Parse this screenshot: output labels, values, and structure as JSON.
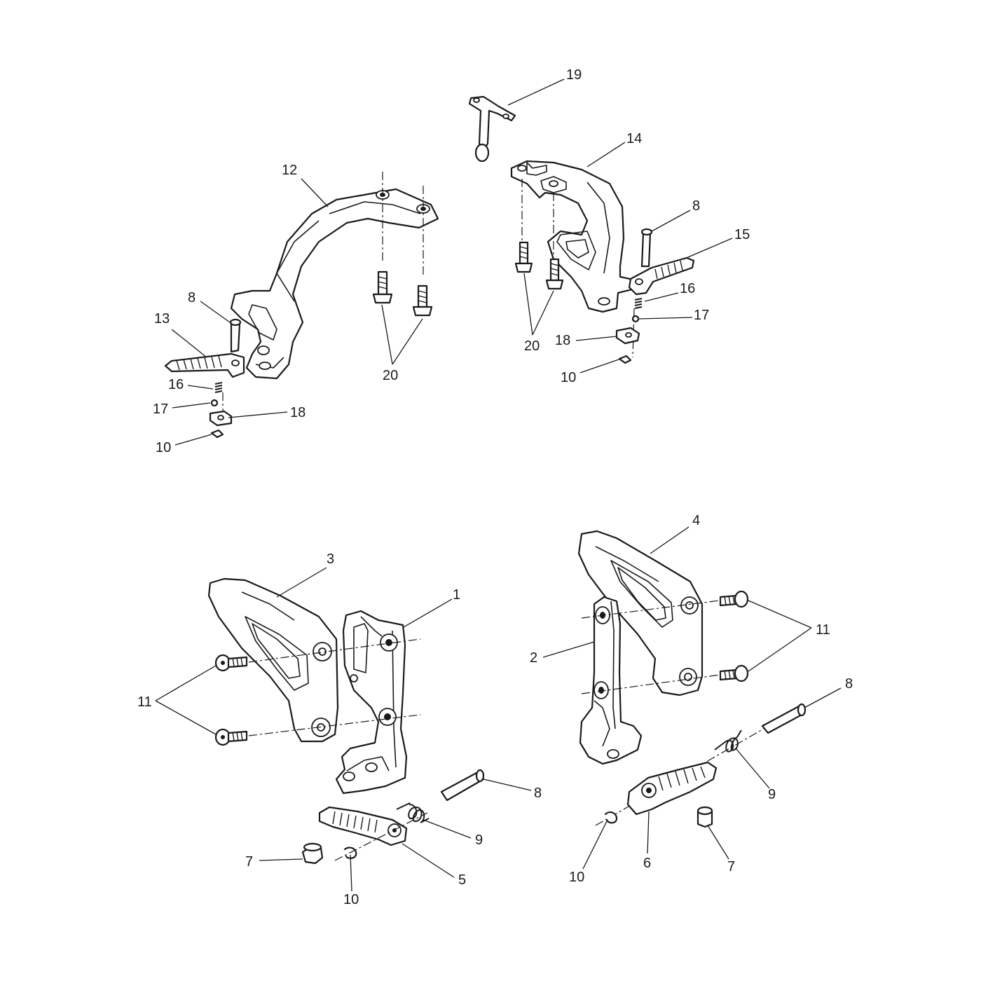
{
  "callouts": [
    {
      "id": "c19",
      "label": "19"
    },
    {
      "id": "c14",
      "label": "14"
    },
    {
      "id": "c12",
      "label": "12"
    },
    {
      "id": "c8a",
      "label": "8"
    },
    {
      "id": "c15",
      "label": "15"
    },
    {
      "id": "c16a",
      "label": "16"
    },
    {
      "id": "c17a",
      "label": "17"
    },
    {
      "id": "c18a",
      "label": "18"
    },
    {
      "id": "c20a",
      "label": "20"
    },
    {
      "id": "c10a",
      "label": "10"
    },
    {
      "id": "c8b",
      "label": "8"
    },
    {
      "id": "c13",
      "label": "13"
    },
    {
      "id": "c16b",
      "label": "16"
    },
    {
      "id": "c17b",
      "label": "17"
    },
    {
      "id": "c18b",
      "label": "18"
    },
    {
      "id": "c10b",
      "label": "10"
    },
    {
      "id": "c20b",
      "label": "20"
    },
    {
      "id": "c4",
      "label": "4"
    },
    {
      "id": "c3",
      "label": "3"
    },
    {
      "id": "c1",
      "label": "1"
    },
    {
      "id": "c11a",
      "label": "11"
    },
    {
      "id": "c2",
      "label": "2"
    },
    {
      "id": "c11b",
      "label": "11"
    },
    {
      "id": "c8c",
      "label": "8"
    },
    {
      "id": "c9a",
      "label": "9"
    },
    {
      "id": "c8d",
      "label": "8"
    },
    {
      "id": "c9b",
      "label": "9"
    },
    {
      "id": "c7a",
      "label": "7"
    },
    {
      "id": "c5",
      "label": "5"
    },
    {
      "id": "c10c",
      "label": "10"
    },
    {
      "id": "c10d",
      "label": "10"
    },
    {
      "id": "c6",
      "label": "6"
    },
    {
      "id": "c7b",
      "label": "7"
    }
  ]
}
